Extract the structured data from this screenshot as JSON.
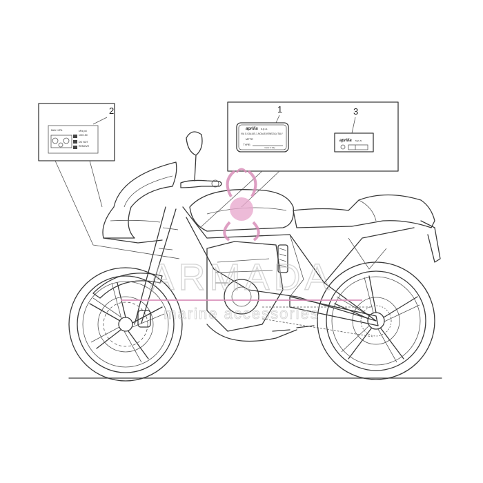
{
  "callouts": {
    "c1": "1",
    "c2": "2",
    "c3": "3"
  },
  "label1": {
    "brand": "aprilia",
    "suffix": "s.p.a.",
    "address": "VIA G.GALILEI,1-NOALE(VENEZIA) ITALY",
    "mtte": "MTTE",
    "type": "TYPE:",
    "madein": "made in italy"
  },
  "label3": {
    "brand": "aprilia",
    "suffix": "s.p.a."
  },
  "label2": {
    "lines": [
      "MAX. KPA",
      "kPa  psi",
      "100  150",
      "DO NOT",
      "REMOVE"
    ]
  },
  "watermark": {
    "title": "ARMADA",
    "subtitle": "marine accessories",
    "color": "#d98fb9"
  }
}
